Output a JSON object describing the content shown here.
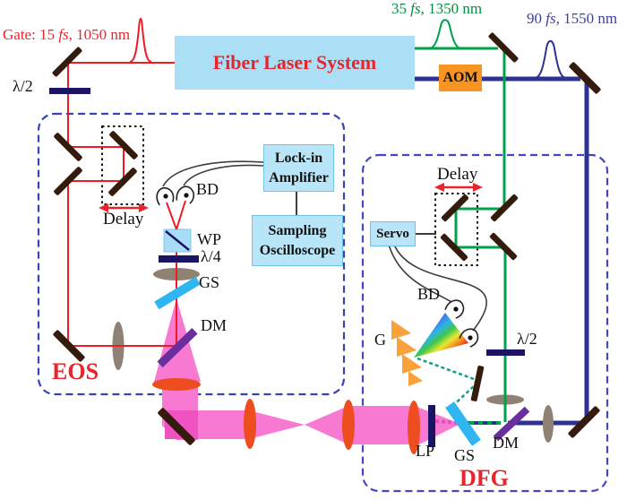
{
  "labels": {
    "gate": {
      "pre": "Gate: 15 ",
      "it": "fs",
      "post": ", 1050 nm"
    },
    "signal": {
      "pre": "35 ",
      "it": "fs",
      "post": ", 1350 nm"
    },
    "idler": {
      "pre": "90 ",
      "it": "fs",
      "post": ", 1550 nm"
    }
  },
  "devices": {
    "laser": "Fiber Laser System",
    "aom": "AOM",
    "lockin": [
      "Lock-in",
      "Amplifier"
    ],
    "scope": [
      "Sampling",
      "Oscilloscope"
    ],
    "servo": "Servo"
  },
  "sections": {
    "eos": "EOS",
    "dfg": "DFG"
  },
  "optics": {
    "hwp_gate": "λ/2",
    "delay_eos": "Delay",
    "bd_eos": "BD",
    "wp": "WP",
    "qwp": "λ/4",
    "gs_eos": "GS",
    "dm_eos": "DM",
    "delay_dfg": "Delay",
    "bd_dfg": "BD",
    "grating": "G",
    "hwp_dfg": "λ/2",
    "lp": "LP",
    "gs_dfg": "GS",
    "dm_dfg": "DM"
  },
  "colors": {
    "red_beam": "#ED1C24",
    "green_beam": "#00A14B",
    "blue_beam": "#2E3192",
    "pink_beam": "#F879D2",
    "pink_overlap": "#EF53C1",
    "navy_optic": "#1B1464",
    "purple_dm": "#6B2E9E",
    "cyan_gs": "#2FB5F0",
    "orange_lens": "#EE4D1F",
    "gray_lens": "#8F8173",
    "mirror": "#351B0C",
    "box_fill": "#B9E5F8",
    "aom_fill": "#F79422",
    "grating_orange": "#F9A23B",
    "teal_dash": "#129E85"
  }
}
